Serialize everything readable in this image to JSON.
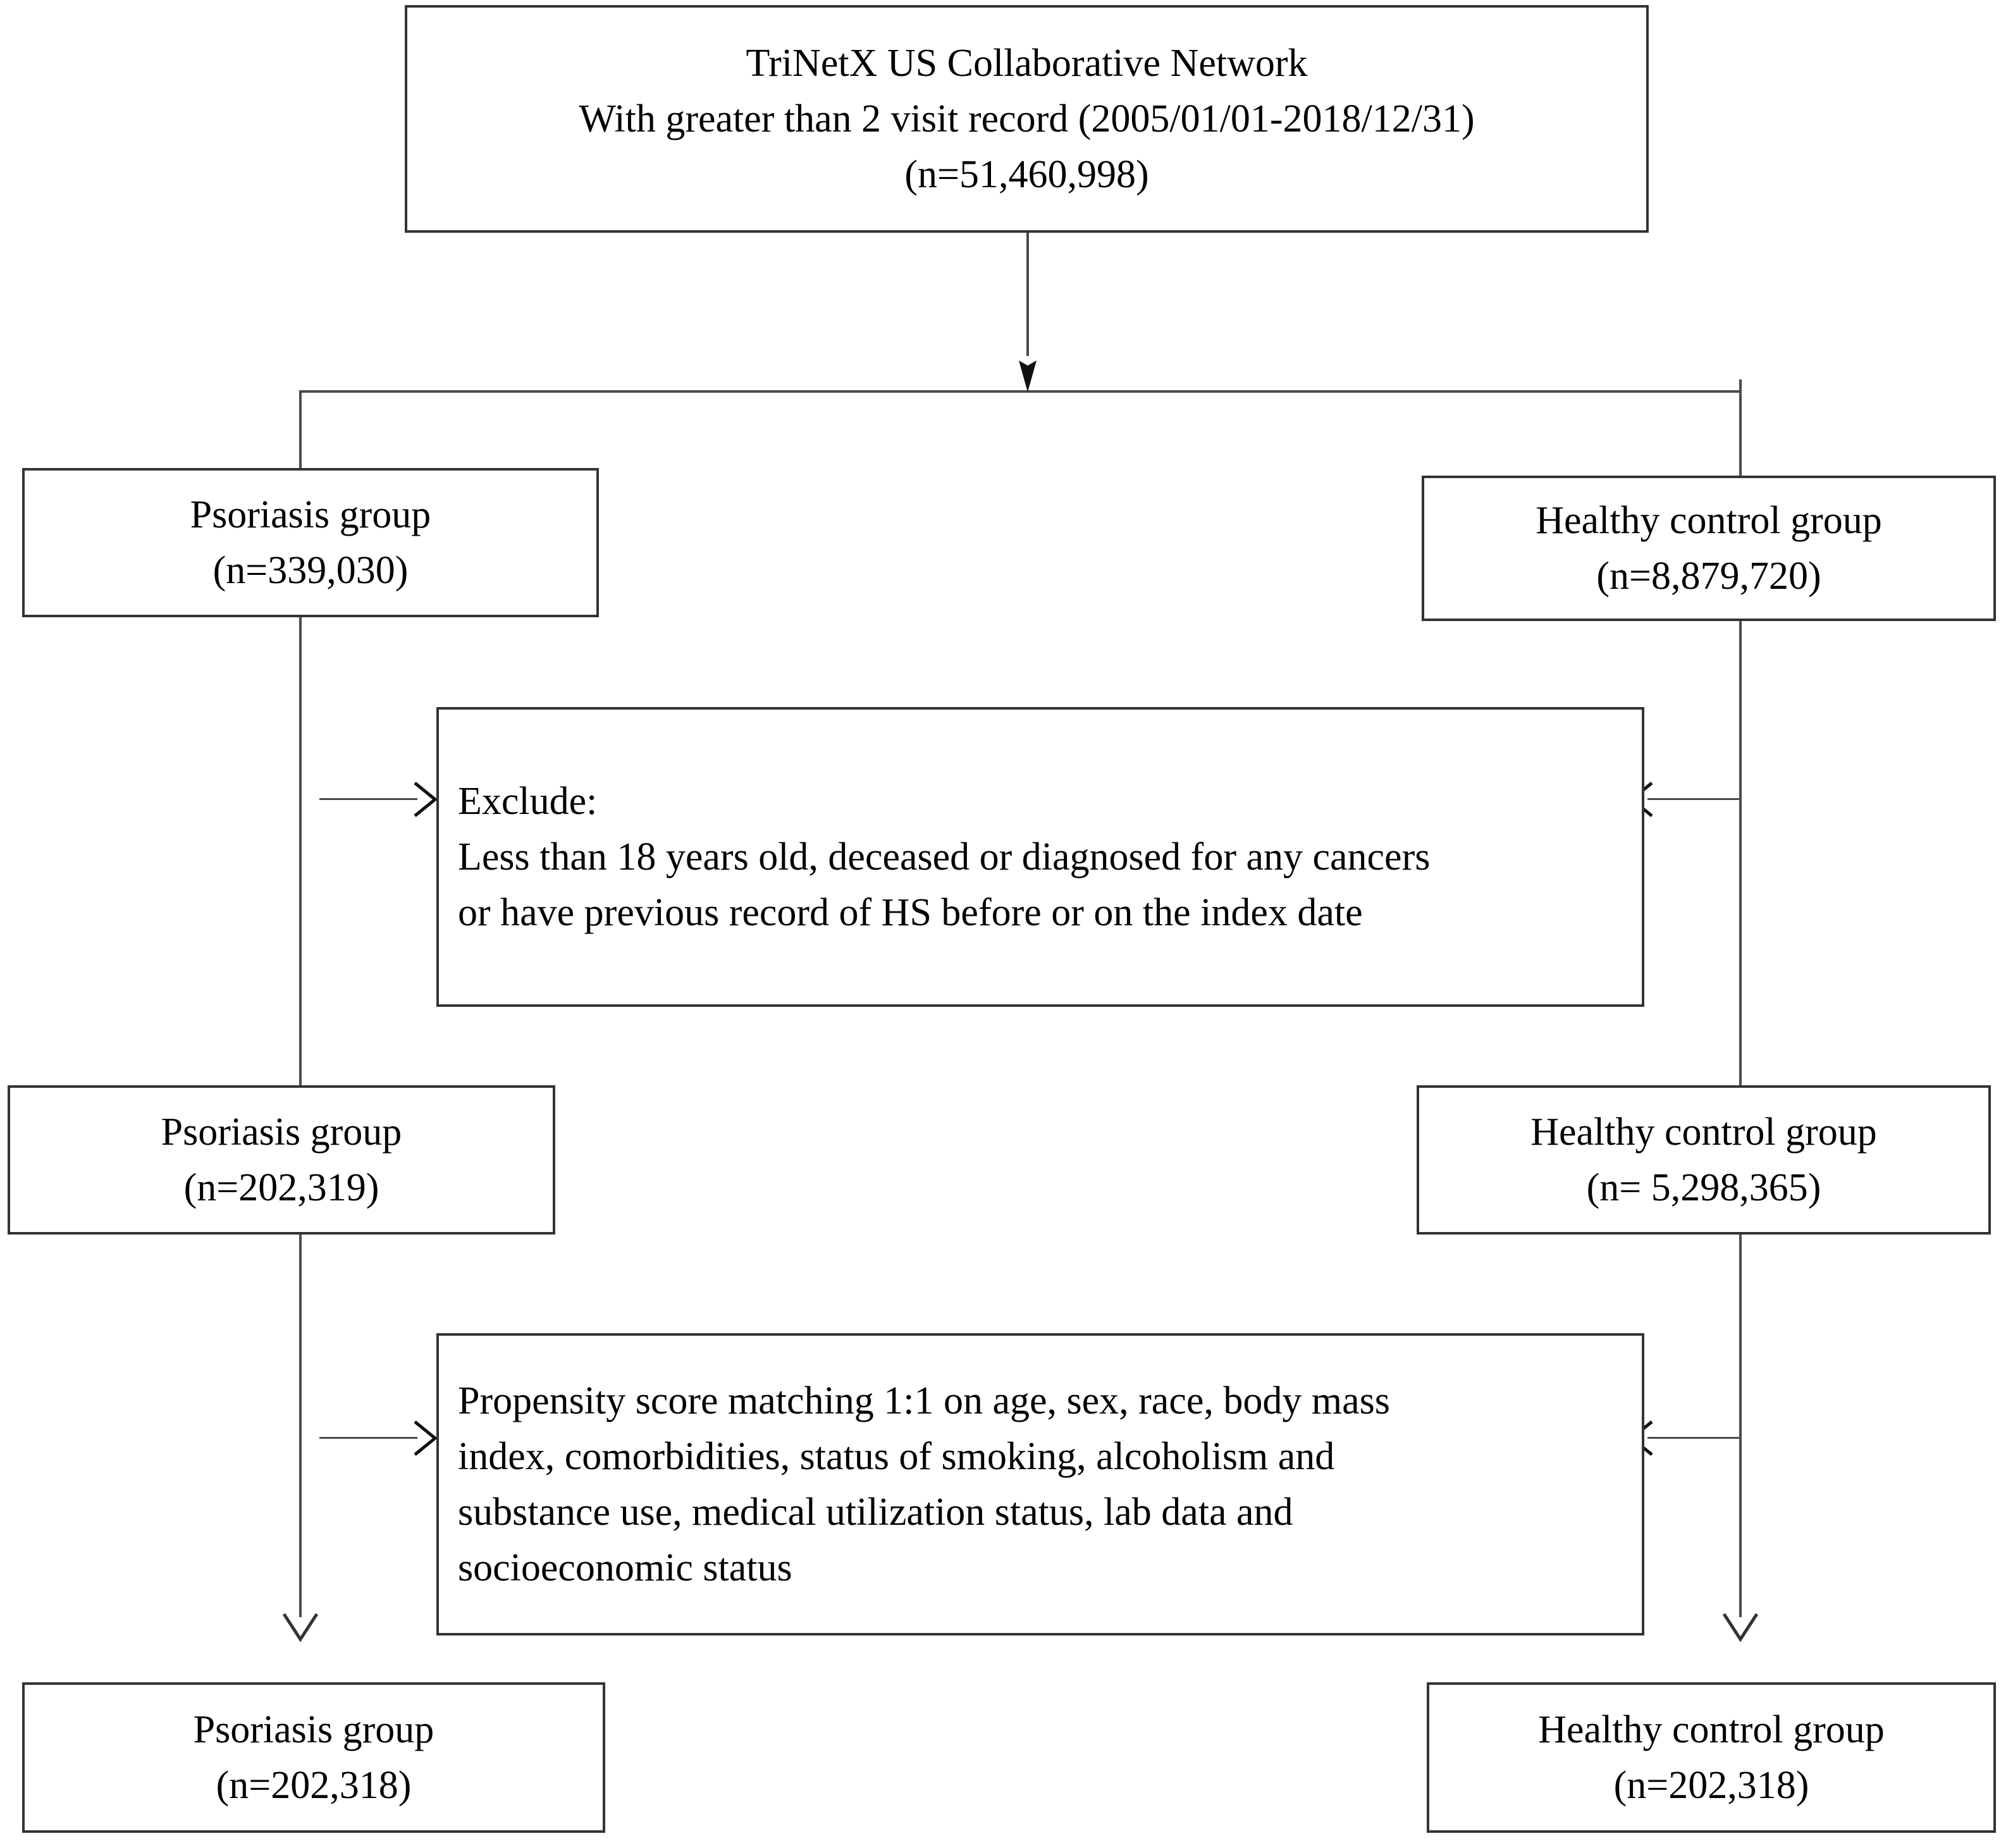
{
  "figure": {
    "type": "flowchart",
    "title": "Study population selection flow diagram",
    "orientation": "top-down",
    "colors": {
      "box_border": "#333333",
      "connector": "#4a4a4a",
      "background": "#ffffff",
      "text": "#000000"
    }
  },
  "nodes": {
    "source": {
      "id": "source-cohort",
      "line1": "TriNetX US Collaborative Network",
      "line2": "With greater than 2 visit record (2005/01/01-2018/12/31)",
      "line3": "(n=51,460,998)",
      "n": 51460998,
      "date_range_start": "2005/01/01",
      "date_range_end": "2018/12/31"
    },
    "psoriasis_initial": {
      "id": "psoriasis-group-initial",
      "line1": "Psoriasis group",
      "line2": "(n=339,030)",
      "n": 339030
    },
    "control_initial": {
      "id": "healthy-control-group-initial",
      "line1": "Healthy control group",
      "line2": "(n=8,879,720)",
      "n": 8879720
    },
    "exclusion": {
      "id": "exclusion-criteria",
      "line1": "Exclude:",
      "line2": "Less than 18 years old, deceased or diagnosed for any cancers",
      "line3": "or have previous record of HS before or on the index date"
    },
    "psoriasis_eligible": {
      "id": "psoriasis-group-eligible",
      "line1": "Psoriasis group",
      "line2": "(n=202,319)",
      "n": 202319
    },
    "control_eligible": {
      "id": "healthy-control-group-eligible",
      "line1": "Healthy control group",
      "line2": "(n= 5,298,365)",
      "n": 5298365
    },
    "matching": {
      "id": "propensity-score-matching",
      "line1": "Propensity score matching 1:1 on age, sex, race, body mass",
      "line2": "index, comorbidities, status of smoking, alcoholism and",
      "line3": "substance use, medical utilization status, lab data and",
      "line4": "socioeconomic status",
      "ratio": "1:1"
    },
    "psoriasis_matched": {
      "id": "psoriasis-group-matched",
      "line1": "Psoriasis group",
      "line2": "(n=202,318)",
      "n": 202318
    },
    "control_matched": {
      "id": "healthy-control-group-matched",
      "line1": "Healthy control group",
      "line2": "(n=202,318)",
      "n": 202318
    }
  },
  "edges": [
    {
      "id": "edge-source-to-split",
      "from": "source",
      "to": "split-bar",
      "marker": "arrow-down"
    },
    {
      "id": "edge-split-to-psoriasis",
      "from": "split-bar",
      "to": "psoriasis_initial",
      "marker": "none"
    },
    {
      "id": "edge-split-to-control",
      "from": "split-bar",
      "to": "control_initial",
      "marker": "none"
    },
    {
      "id": "edge-psoriasis-to-exclusion",
      "from": "psoriasis_initial",
      "to": "exclusion",
      "marker": "arrow-right"
    },
    {
      "id": "edge-control-to-exclusion",
      "from": "control_initial",
      "to": "exclusion",
      "marker": "arrow-left"
    },
    {
      "id": "edge-psoriasis-to-eligible",
      "from": "psoriasis_initial",
      "to": "psoriasis_eligible",
      "marker": "none"
    },
    {
      "id": "edge-control-to-eligible",
      "from": "control_initial",
      "to": "control_eligible",
      "marker": "none"
    },
    {
      "id": "edge-eligible-to-matching-left",
      "from": "psoriasis_eligible",
      "to": "matching",
      "marker": "arrow-right"
    },
    {
      "id": "edge-eligible-to-matching-right",
      "from": "control_eligible",
      "to": "matching",
      "marker": "arrow-left"
    },
    {
      "id": "edge-psoriasis-to-matched",
      "from": "psoriasis_eligible",
      "to": "psoriasis_matched",
      "marker": "arrow-down"
    },
    {
      "id": "edge-control-to-matched",
      "from": "control_eligible",
      "to": "control_matched",
      "marker": "arrow-down"
    }
  ]
}
